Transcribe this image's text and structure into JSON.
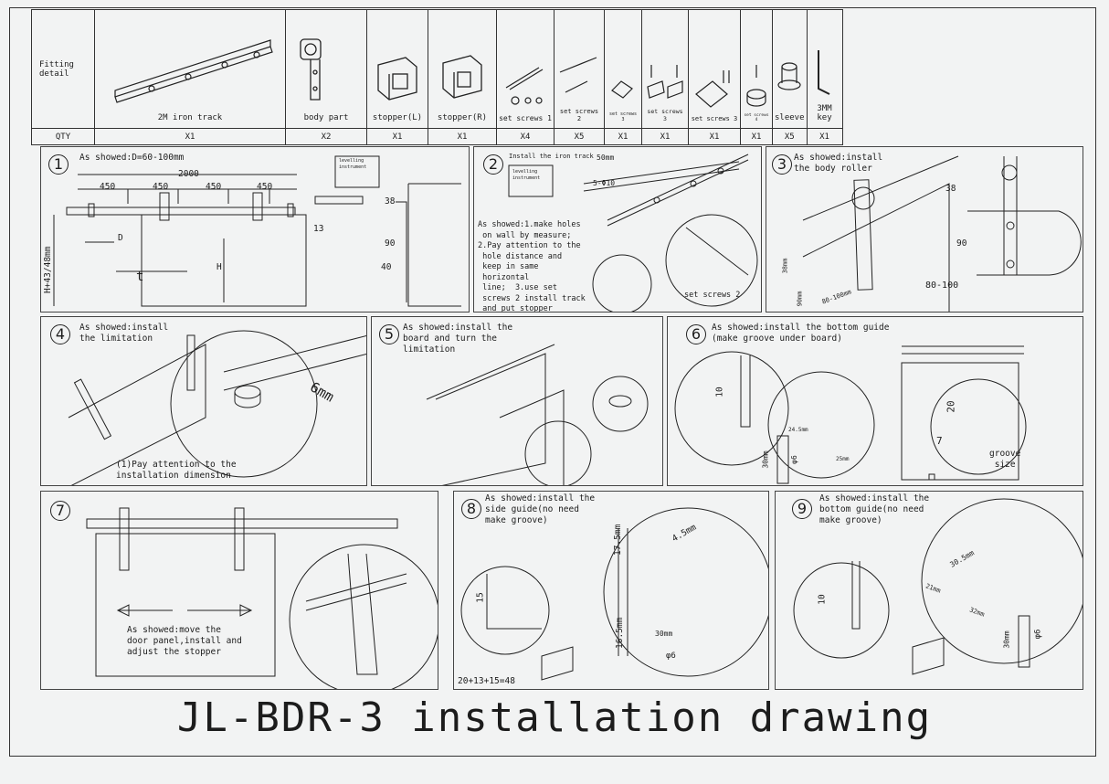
{
  "fitting": {
    "header_label": "Fitting detail",
    "qty_label": "QTY",
    "parts": [
      {
        "name": "2M iron track",
        "qty": "X1"
      },
      {
        "name": "body part",
        "qty": "X2"
      },
      {
        "name": "stopper(L)",
        "qty": "X1"
      },
      {
        "name": "stopper(R)",
        "qty": "X1"
      },
      {
        "name": "set screws 1",
        "qty": "X4"
      },
      {
        "name": "set screws 2",
        "qty": "X5"
      },
      {
        "name": "set screws 3",
        "qty": "X1"
      },
      {
        "name": "set screws 3",
        "qty": "X1"
      },
      {
        "name": "set screws 3",
        "qty": "X1"
      },
      {
        "name": "set screws 4",
        "qty": "X1"
      },
      {
        "name": "sleeve",
        "qty": "X5"
      },
      {
        "name": "3MM key",
        "qty": "X1"
      }
    ]
  },
  "steps": [
    {
      "num": "1",
      "text": "As showed:D=60-100mm",
      "dims": {
        "total": "2000",
        "gap": "450",
        "d": "D",
        "t": "t",
        "h": "H",
        "left": "H+43/48mm",
        "d38": "38",
        "d90": "90",
        "d40": "40",
        "d13": "13",
        "level": "levelling instrument"
      }
    },
    {
      "num": "2",
      "text": "Install the iron track",
      "notes": "As showed:1.make holes\n on wall by measure;\n2.Pay attention to the\n hole distance and\n keep in same\n horizontal\n line;  3.use set\n screws 2 install track\n and put stopper",
      "dims": {
        "w": "50mm",
        "dia": "5-Φ10",
        "level": "levelling instrument",
        "screw": "set screws 2"
      }
    },
    {
      "num": "3",
      "text": "As showed:install\nthe body roller",
      "dims": {
        "d38": "38",
        "d90": "90",
        "range": "80-100",
        "a": "38mm",
        "b": "90mm",
        "c": "80-100mm"
      }
    },
    {
      "num": "4",
      "text": "As showed:install\nthe limitation",
      "note": "(1)Pay attention to the\ninstallation dimension",
      "dims": {
        "mm": "6mm"
      }
    },
    {
      "num": "5",
      "text": "As showed:install the\nboard and turn the\nlimitation"
    },
    {
      "num": "6",
      "text": "As showed:install the bottom guide\n(make groove under board)",
      "dims": {
        "d10": "10",
        "d20": "20",
        "d7": "7",
        "d30": "30mm",
        "phi": "φ6",
        "groove": "groove\n size",
        "d24": "24.5mm",
        "d25": "25mm"
      }
    },
    {
      "num": "7",
      "text": "As showed:move the\ndoor panel,install and\nadjust the stopper"
    },
    {
      "num": "8",
      "text": "As showed:install the\nside guide(no need\nmake groove)",
      "dims": {
        "d15": "15",
        "d175": "17.5mm",
        "d45": "4.5mm",
        "d165": "16.5mm",
        "d30": "30mm",
        "phi": "φ6",
        "sum": "20+13+15=48"
      }
    },
    {
      "num": "9",
      "text": "As showed:install the\nbottom guide(no need\nmake groove)",
      "dims": {
        "d10": "10",
        "d305": "30.5mm",
        "d21": "21mm",
        "d32": "32mm",
        "d30": "30mm",
        "phi": "φ6"
      }
    }
  ],
  "title": "JL-BDR-3 installation drawing"
}
